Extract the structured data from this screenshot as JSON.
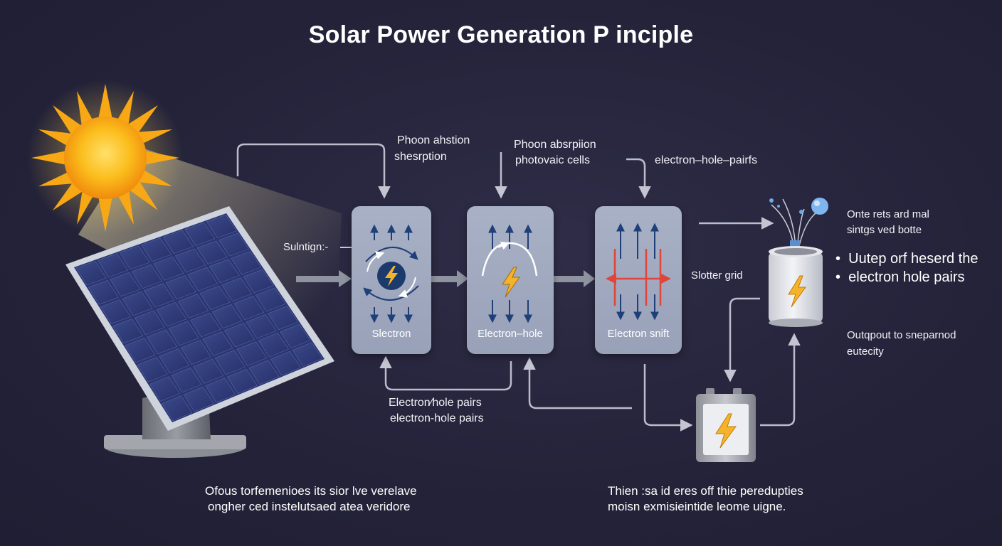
{
  "title": "Solar Power Generation P inciple",
  "labels": {
    "photon_ahstion": "Phoon ahstion",
    "sheshrption": "shesrption",
    "phoon_absorption": "Phoon absrpiion",
    "photovaic_cells": "photovaic cells",
    "electron_hole_pairs_top": "electron–hole–pairfs",
    "sulntign": "Sulntign:-",
    "slotter_grid": "Slotter grid",
    "electron_hole_pairs_1": "Electron⁄hole pairs",
    "electron_hole_pairs_2": "electron-hole pairs",
    "onte_rets": "Onte rets ard mal",
    "singts_ved": "sintgs ved botte",
    "output_line1": "Outqpout to sneparnod",
    "output_line2": "eutecity",
    "bottom_left_1": "Ofous torfemenioes its sior lve verelave",
    "bottom_left_2": "ongher ced instelutsaed atea veridore",
    "bottom_right_1": "Thien :sa id eres off thie peredupties",
    "bottom_right_2": "moisn exmisieintide leome uigne."
  },
  "bullets": [
    "Uutep orf heserd the",
    "electron hole pairs"
  ],
  "panels": [
    {
      "label": "Slectron"
    },
    {
      "label": "Electron–hole"
    },
    {
      "label": "Electron snift"
    }
  ],
  "colors": {
    "background": "#24233a",
    "panel": "#a3abc1",
    "arrow": "#b9bdcc",
    "accent_blue": "#1e3c72",
    "accent_red": "#e0443a",
    "bolt": "#f4b32a",
    "sun": "#f8b014"
  },
  "icons": [
    "sun-icon",
    "solar-panel-icon",
    "lightning-bolt-icon",
    "battery-icon",
    "capacitor-icon",
    "water-droplet-icon"
  ]
}
